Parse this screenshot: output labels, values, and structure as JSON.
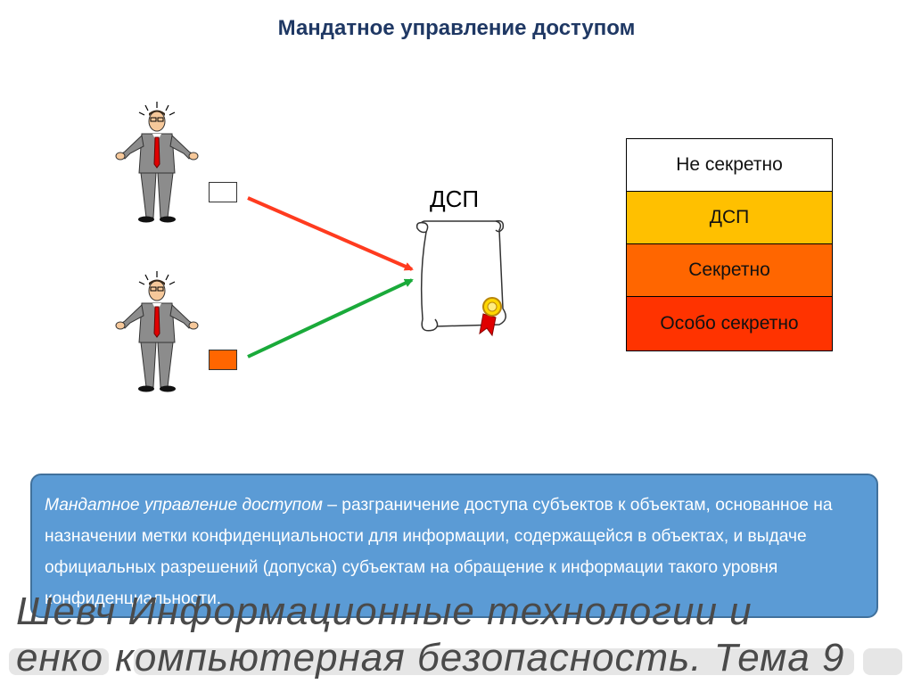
{
  "title": "Мандатное управление доступом",
  "document": {
    "label": "ДСП"
  },
  "levels": [
    {
      "label": "Не секретно",
      "color": "#ffffff"
    },
    {
      "label": "ДСП",
      "color": "#ffc000"
    },
    {
      "label": "Секретно",
      "color": "#ff6600"
    },
    {
      "label": "Особо секретно",
      "color": "#ff3300"
    }
  ],
  "subjects": [
    {
      "label_color": "#ffffff",
      "arrow_color": "#ff3b1f"
    },
    {
      "label_color": "#ff6600",
      "arrow_color": "#1aaa3a"
    }
  ],
  "definition": {
    "term": "Мандатное управление доступом",
    "text": " – разграничение доступа субъектов к объектам, основанное на назначении метки конфиденциальности для информации, содержащейся в объектах, и выдаче официальных разрешений (допуска) субъектам на обращение к информации такого уровня конфиденциальности."
  },
  "footer": {
    "line1": "Шевч  Информационные технологии и",
    "line2": "енко   компьютерная безопасность. Тема 9"
  }
}
